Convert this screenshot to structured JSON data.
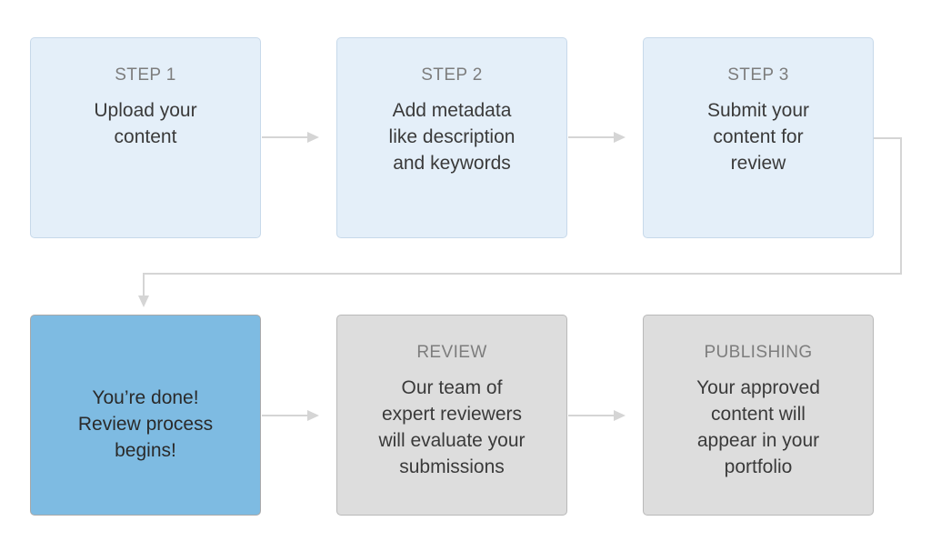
{
  "steps": [
    {
      "label": "STEP 1",
      "text": "Upload your\ncontent"
    },
    {
      "label": "STEP 2",
      "text": "Add metadata\nlike description\nand keywords"
    },
    {
      "label": "STEP 3",
      "text": "Submit your\ncontent for\nreview"
    },
    {
      "label": "",
      "text": "You’re done!\nReview process\nbegins!"
    },
    {
      "label": "REVIEW",
      "text": "Our team of\nexpert reviewers\nwill evaluate your\nsubmissions"
    },
    {
      "label": "PUBLISHING",
      "text": "Your approved\ncontent will\nappear in your\nportfolio"
    }
  ],
  "colors": {
    "step_fill": "#e4eff9",
    "done_fill": "#7ebbe2",
    "review_fill": "#dddddd",
    "connector": "#d5d5d5"
  }
}
